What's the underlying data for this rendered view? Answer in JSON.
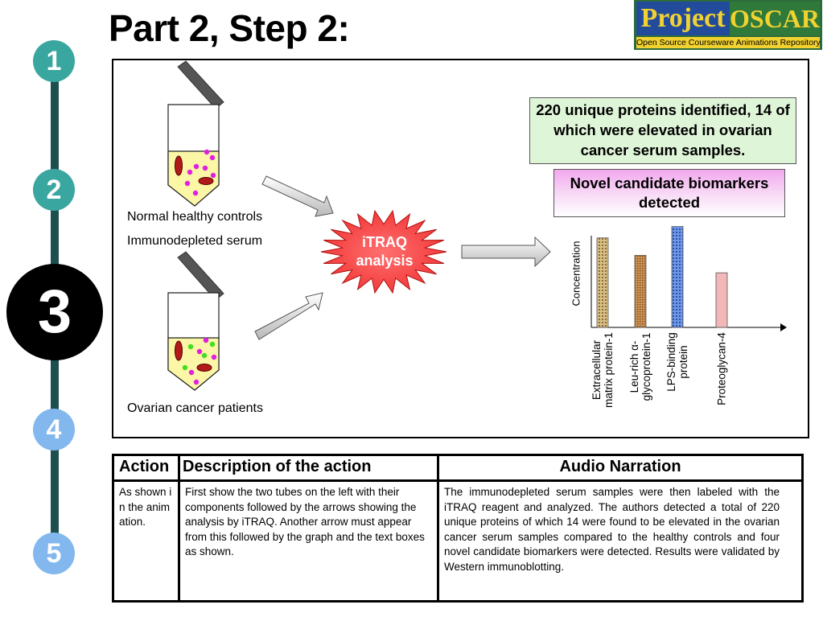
{
  "title": "Part 2, Step 2:",
  "logo": {
    "word1": "Project",
    "word2": "OSCAR",
    "tagline": "Open Source Courseware Animations Repository"
  },
  "steps": [
    "1",
    "2",
    "3",
    "4",
    "5"
  ],
  "figure": {
    "label_normal": "Normal healthy controls",
    "label_serum": "Immunodepleted serum",
    "label_cancer": "Ovarian cancer patients",
    "itraq_line1": "iTRAQ",
    "itraq_line2": "analysis",
    "green_box": "220 unique proteins identified, 14 of which were elevated in ovarian cancer serum samples.",
    "pink_box": "Novel candidate biomarkers detected"
  },
  "chart_data": {
    "type": "bar",
    "ylabel": "Concentration",
    "categories": [
      "Extracellular matrix protein-1",
      "Leu-rich α-glycoprotein-1",
      "LPS-binding protein",
      "Proteoglycan-4"
    ],
    "category_lines": [
      [
        "Extracellular",
        "matrix protein-1"
      ],
      [
        "Leu-rich α-",
        "glycoprotein-1"
      ],
      [
        "LPS-binding",
        "protein"
      ],
      [
        "Proteoglycan-4"
      ]
    ],
    "values": [
      118,
      95,
      133,
      72
    ],
    "ylim": [
      0,
      140
    ],
    "bar_colors": [
      "#c9a86a",
      "#b07a3e",
      "#4f7fd6",
      "#f2b8b8"
    ]
  },
  "table": {
    "headers": [
      "Action",
      "Description of the action",
      "Audio Narration"
    ],
    "action": "As shown in the animation.",
    "description": "First show the two tubes on the left with their components followed by the arrows showing the analysis by iTRAQ. Another arrow must appear from this followed by the graph and the text boxes as shown.",
    "narration": "The immunodepleted serum samples were then labeled with the iTRAQ reagent and analyzed. The authors detected a total of 220 unique proteins of which 14 were found to be elevated in the ovarian cancer serum samples compared to the healthy controls and four novel candidate biomarkers were detected. Results were validated by Western immunoblotting."
  }
}
